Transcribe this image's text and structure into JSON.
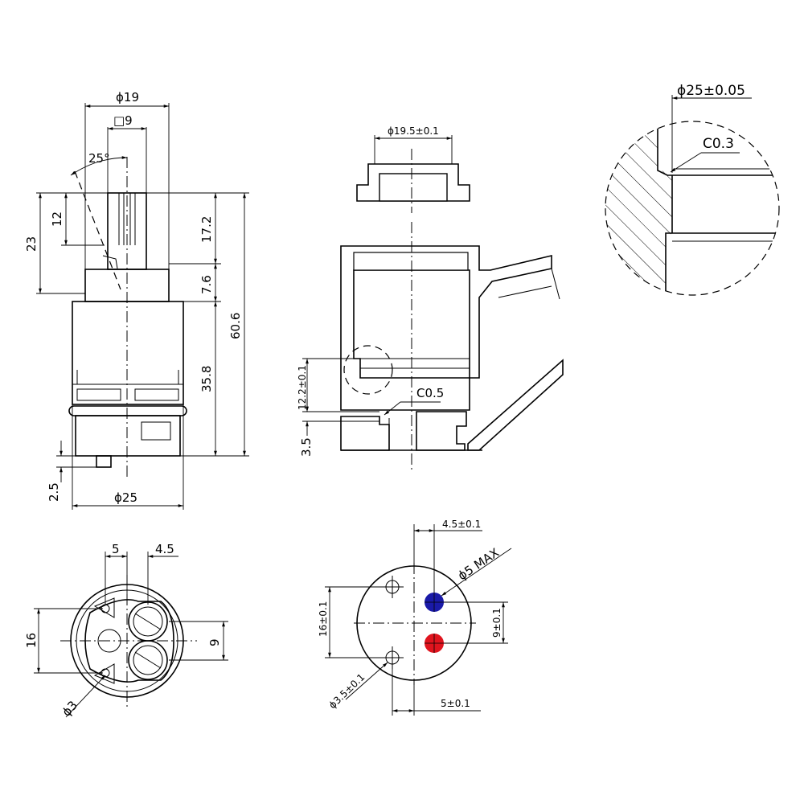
{
  "side_view": {
    "dia_top": "ϕ19",
    "square": "□9",
    "angle": "25°",
    "h_12": "12",
    "h_23": "23",
    "h_17_2": "17.2",
    "h_7_6": "7.6",
    "h_60_6": "60.6",
    "h_35_8": "35.8",
    "h_2_5": "2.5",
    "dia_bottom": "ϕ25"
  },
  "section_view": {
    "dia_cap": "ϕ19.5±0.1",
    "h_12_2": "12.2±0.1",
    "chamfer": "C0.5",
    "h_3_5": "3.5"
  },
  "detail_view": {
    "dia": "ϕ25±0.05",
    "chamfer": "C0.3"
  },
  "bottom_view": {
    "w_5": "5",
    "w_4_5": "4.5",
    "h_16": "16",
    "h_9": "9",
    "hole": "ϕ3"
  },
  "port_view": {
    "off_4_5": "4.5±0.1",
    "port_max": "ϕ5 MAX",
    "h_16": "16±0.1",
    "h_9": "9±0.1",
    "hole": "ϕ3.5±0.1",
    "off_5": "5±0.1",
    "cold_color": "#1a1aa8",
    "hot_color": "#e0141e"
  }
}
